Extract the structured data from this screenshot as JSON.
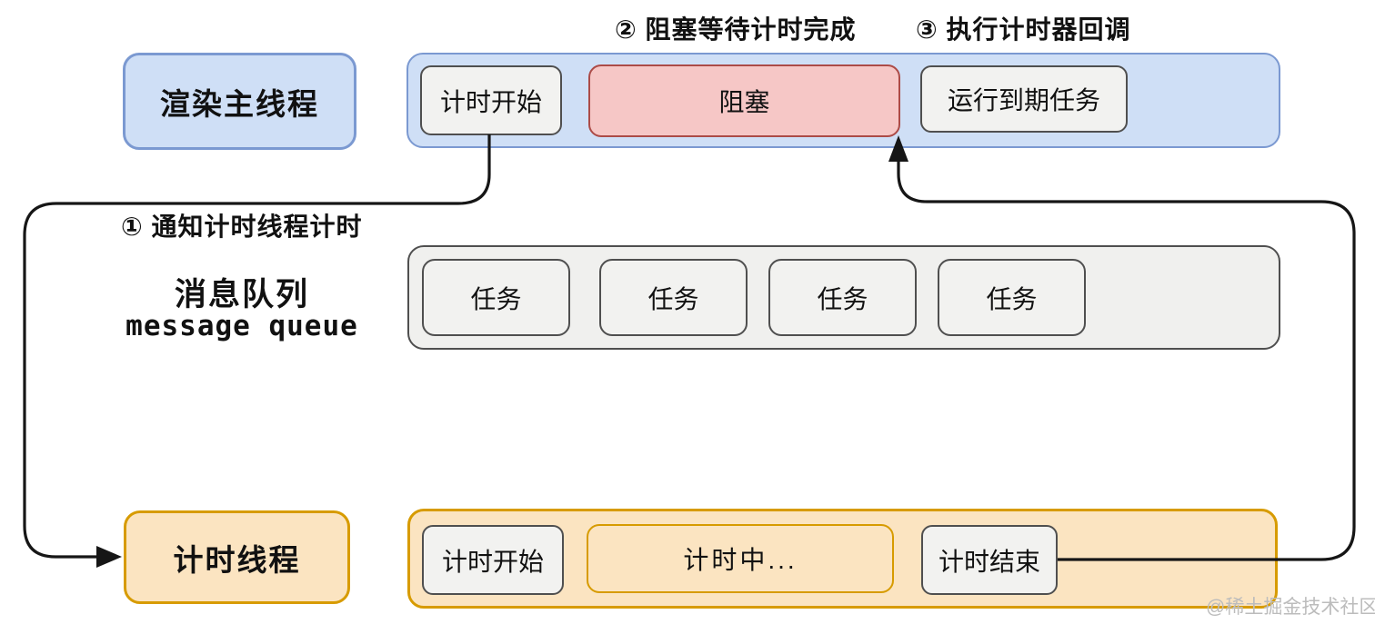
{
  "labels": {
    "step1": "① 通知计时线程计时",
    "step2": "② 阻塞等待计时完成",
    "step3": "③ 执行计时器回调"
  },
  "main_thread": {
    "title": "渲染主线程",
    "blocks": [
      {
        "label": "计时开始",
        "variant": "gray"
      },
      {
        "label": "阻塞",
        "variant": "red"
      },
      {
        "label": "运行到期任务",
        "variant": "gray"
      }
    ]
  },
  "message_queue": {
    "title_cn": "消息队列",
    "title_en": "message queue",
    "tasks": [
      "任务",
      "任务",
      "任务",
      "任务"
    ]
  },
  "timer_thread": {
    "title": "计时线程",
    "blocks": [
      {
        "label": "计时开始",
        "variant": "gray"
      },
      {
        "label": "计时中...",
        "variant": "orange"
      },
      {
        "label": "计时结束",
        "variant": "gray"
      }
    ]
  },
  "watermark": "@稀土掘金技术社区",
  "colors": {
    "blue_fill": "#cfdff6",
    "blue_border": "#7b99d1",
    "red_fill": "#f6c7c6",
    "red_border": "#ac4b47",
    "gray_fill": "#f2f2f0",
    "gray_border": "#4f4f4f",
    "queue_fill": "#f0f0ee",
    "orange_fill": "#fbe4c1",
    "orange_border": "#d79b00",
    "arrow": "#161616"
  }
}
